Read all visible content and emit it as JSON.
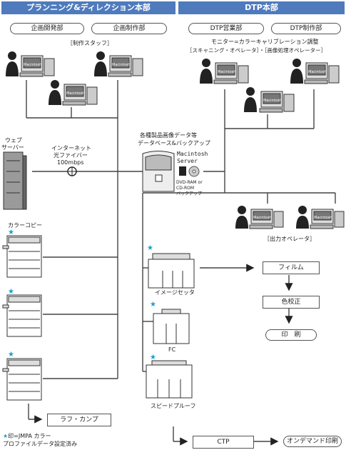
{
  "header_left": "プランニング&ディレクション本部",
  "header_right": "DTP本部",
  "planning_dept": "企画開発部",
  "production_dept": "企画制作部",
  "staff_label": "［制作スタッフ］",
  "dtp_sales": "DTP営業部",
  "dtp_production": "DTP制作部",
  "calib_line1": "モニター=カラーキャリブレーション調整",
  "calib_line2": "［スキャニング・オペレータ］・［画像処理オペレーター］",
  "web_server_1": "ウェブ",
  "web_server_2": "サーバー",
  "internet_1": "インターネット",
  "internet_2": "光ファイバー",
  "internet_3": "100mbps",
  "database_1": "各種製品画像データ等",
  "database_2": "データベース&バックアップ",
  "server_1": "Macintosh",
  "server_2": "Server",
  "backup_1": "DVD-RAM or",
  "backup_2": "CD-ROM",
  "backup_3": "バックアップ",
  "color_copy": "カラーコピー",
  "output_operator": "［出力オペレータ］",
  "imagesetter": "イメージセッタ",
  "fc": "FC",
  "speed_proof": "スピードプルーフ",
  "film": "フィルム",
  "color_proof": "色校正",
  "print": "印　刷",
  "rough_comp": "ラフ・カンプ",
  "ctp": "CTP",
  "on_demand": "オンデマンド印刷",
  "monitor_brand": "Macintosh",
  "legend_1": "★印=JMPA カラー",
  "legend_2": "プロファイルデータ設定済み",
  "colors": {
    "header": "#4f7bbd",
    "star": "#1a9fc8"
  }
}
